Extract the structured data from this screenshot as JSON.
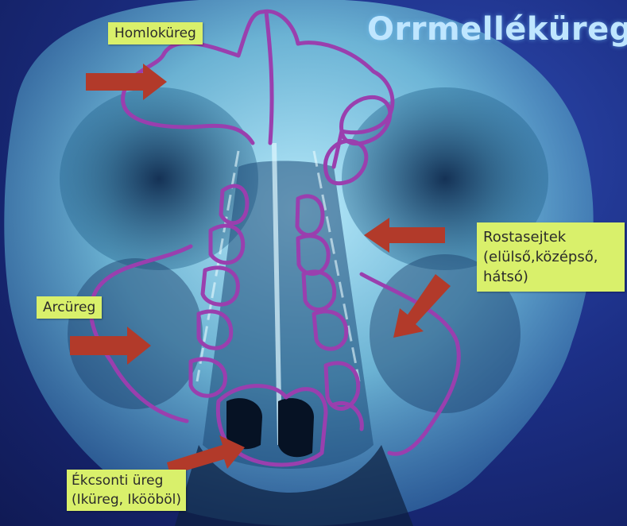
{
  "slide": {
    "title": "Orrmelléküregek",
    "labels": {
      "homlokureg": "Homloküreg",
      "rostasejtek": [
        "Rostasejtek",
        "(elülső,középső,",
        "hátsó)"
      ],
      "arcureg": "Arcüreg",
      "ekcsonti": [
        "Ékcsonti üreg",
        "(Iküreg, Ikööböl)"
      ]
    }
  },
  "colors": {
    "background": "#1c2f86",
    "xray_bone": "#8fdcf0",
    "outline": "#9a3fae",
    "label_bg": "#d9f06b",
    "arrow": "#b23a2a",
    "title": "#bfe6ff"
  }
}
